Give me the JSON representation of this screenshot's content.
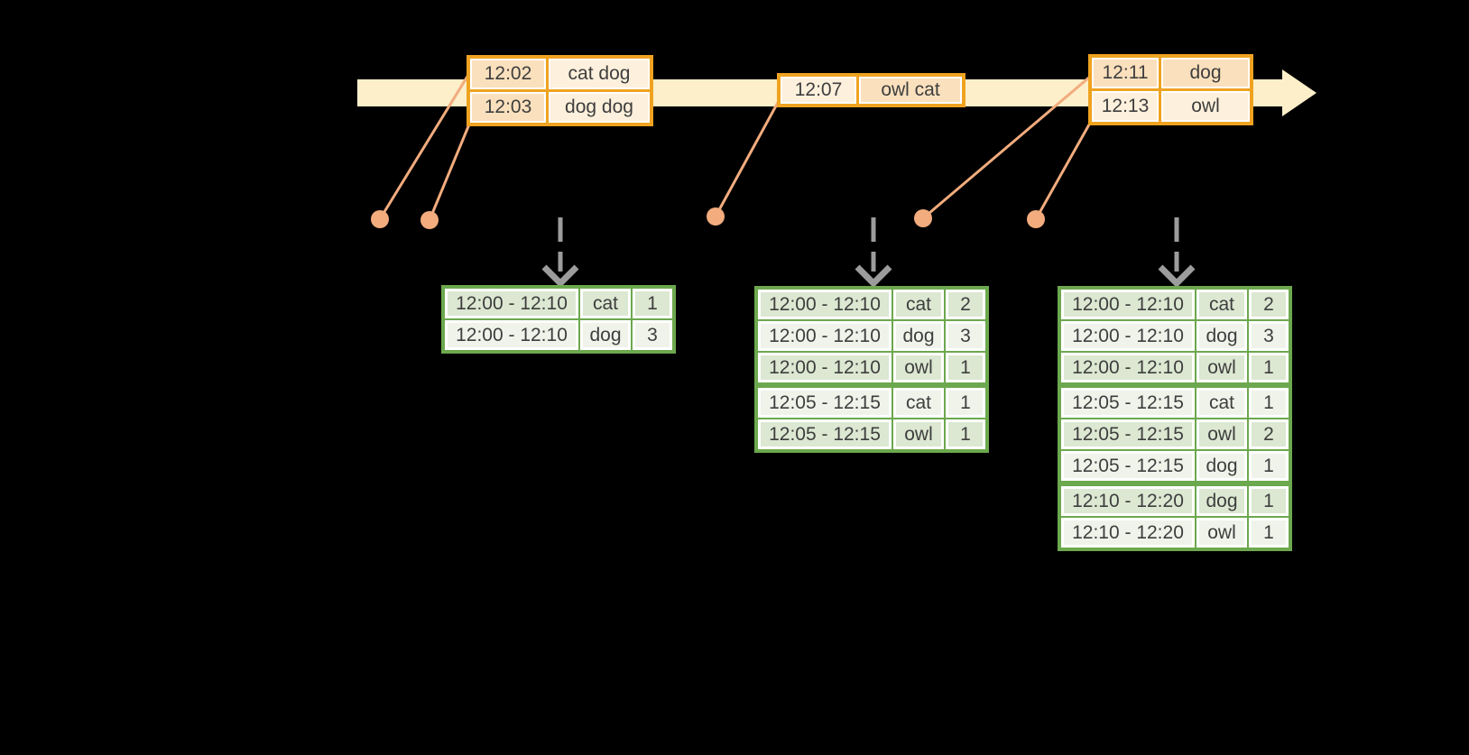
{
  "colors": {
    "background": "#000000",
    "timeline_fill": "#FCEFC9",
    "orange_border": "#EFA320",
    "peach_fill": "#FAE0BD",
    "cream_fill": "#FDF0DC",
    "salmon": "#F2AC7E",
    "gray_arrow": "#9C9C9C",
    "green_border": "#6CA84E",
    "green_row_odd": "#DCE8D2",
    "green_row_even": "#EFF3EA",
    "text": "#3E3E3E"
  },
  "timeline": {
    "direction": "right"
  },
  "input_tables": [
    {
      "rows": [
        {
          "time": "12:02",
          "words": "cat dog",
          "time_style": "peach",
          "words_style": "cream"
        },
        {
          "time": "12:03",
          "words": "dog dog",
          "time_style": "peach",
          "words_style": "cream"
        }
      ]
    },
    {
      "rows": [
        {
          "time": "12:07",
          "words": "owl cat",
          "time_style": "cream",
          "words_style": "peach"
        }
      ]
    },
    {
      "rows": [
        {
          "time": "12:11",
          "words": "dog",
          "time_style": "peach",
          "words_style": "peach"
        },
        {
          "time": "12:13",
          "words": "owl",
          "time_style": "cream",
          "words_style": "cream"
        }
      ]
    }
  ],
  "result_tables": [
    {
      "group_starts": [],
      "rows": [
        {
          "window": "12:00 - 12:10",
          "word": "cat",
          "count": "1"
        },
        {
          "window": "12:00 - 12:10",
          "word": "dog",
          "count": "3"
        }
      ]
    },
    {
      "group_starts": [
        3
      ],
      "rows": [
        {
          "window": "12:00 - 12:10",
          "word": "cat",
          "count": "2"
        },
        {
          "window": "12:00 - 12:10",
          "word": "dog",
          "count": "3"
        },
        {
          "window": "12:00 - 12:10",
          "word": "owl",
          "count": "1"
        },
        {
          "window": "12:05 - 12:15",
          "word": "cat",
          "count": "1"
        },
        {
          "window": "12:05 - 12:15",
          "word": "owl",
          "count": "1"
        }
      ]
    },
    {
      "group_starts": [
        3,
        6
      ],
      "rows": [
        {
          "window": "12:00 - 12:10",
          "word": "cat",
          "count": "2"
        },
        {
          "window": "12:00 - 12:10",
          "word": "dog",
          "count": "3"
        },
        {
          "window": "12:00 - 12:10",
          "word": "owl",
          "count": "1"
        },
        {
          "window": "12:05 - 12:15",
          "word": "cat",
          "count": "1"
        },
        {
          "window": "12:05 - 12:15",
          "word": "owl",
          "count": "2"
        },
        {
          "window": "12:05 - 12:15",
          "word": "dog",
          "count": "1"
        },
        {
          "window": "12:10 - 12:20",
          "word": "dog",
          "count": "1"
        },
        {
          "window": "12:10 - 12:20",
          "word": "owl",
          "count": "1"
        }
      ]
    }
  ]
}
